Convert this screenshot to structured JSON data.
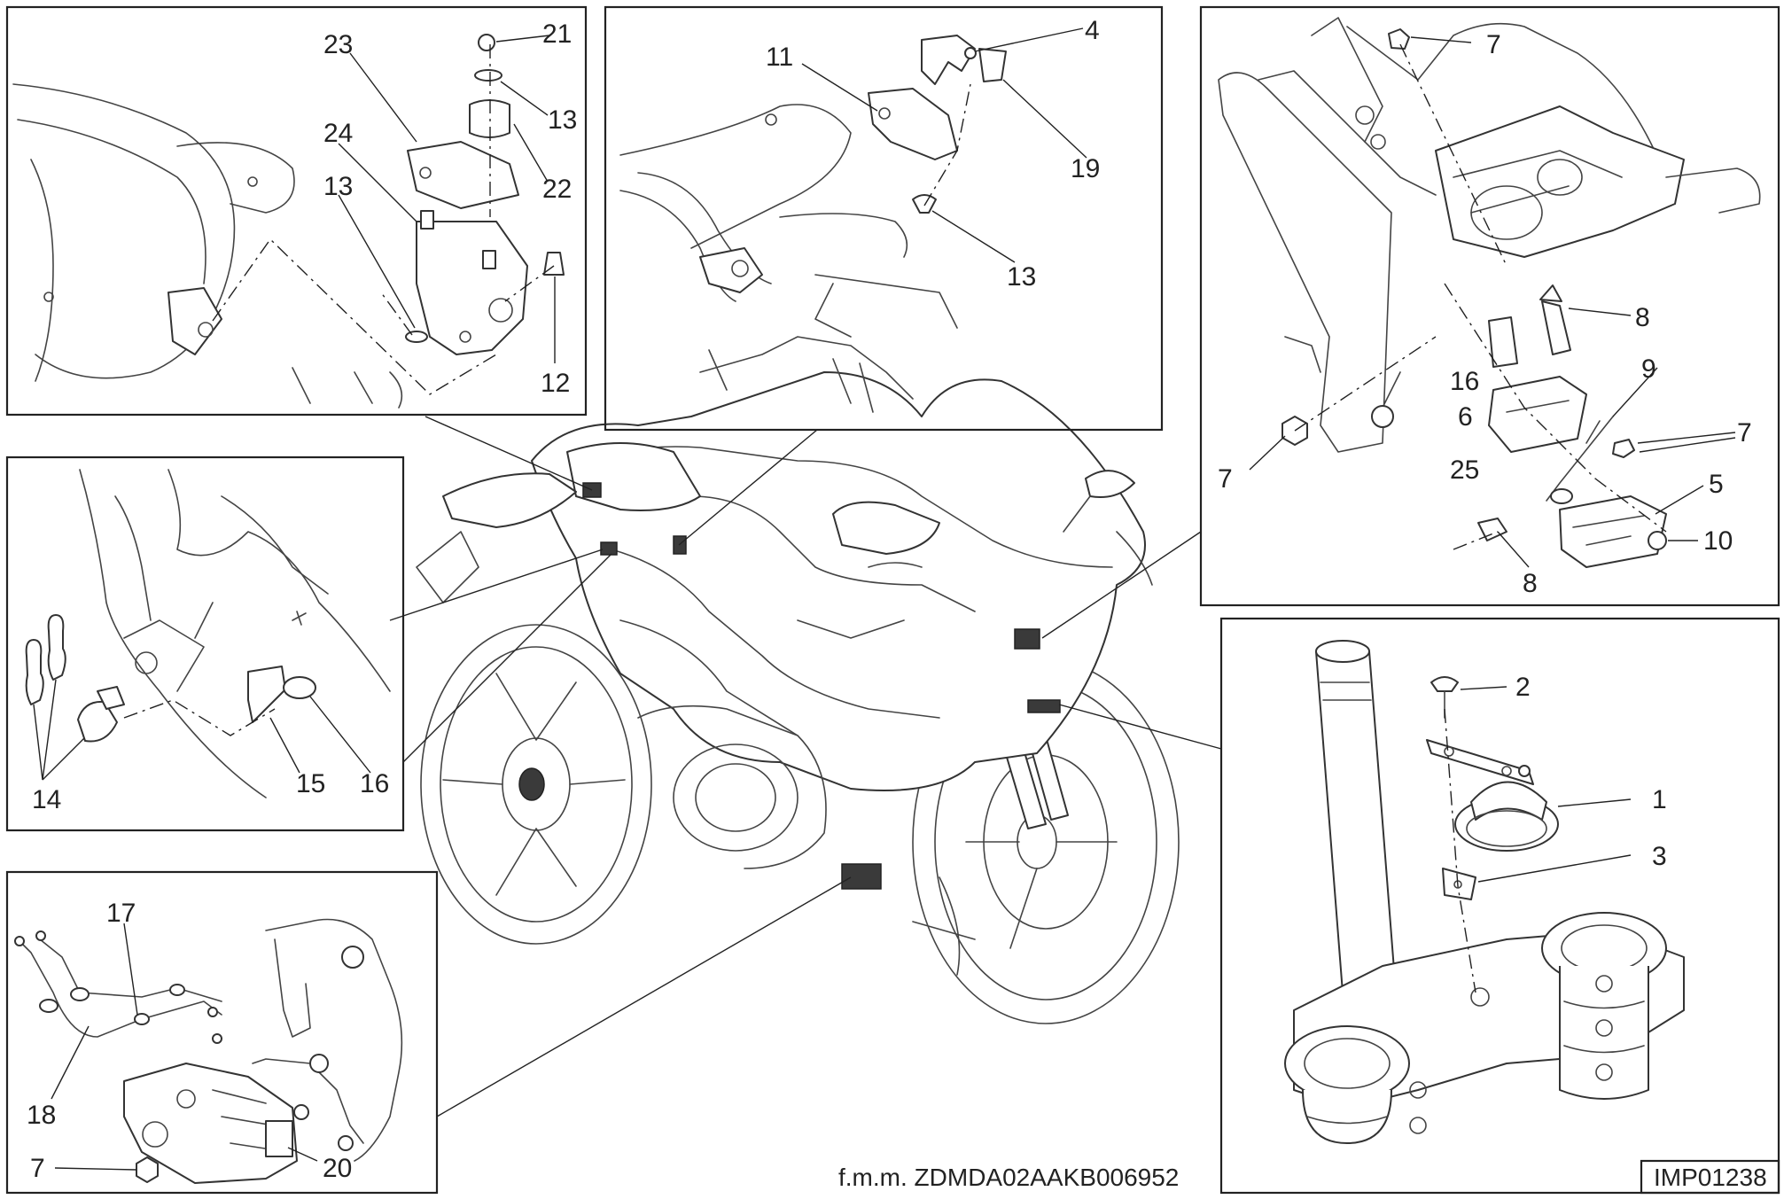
{
  "diagram": {
    "frame_number": "f.m.m. ZDMDA02AAKB006952",
    "reference_code": "IMP01238",
    "panels": {
      "rear_top_left": {
        "labels": [
          "23",
          "21",
          "13",
          "22",
          "24",
          "13",
          "12"
        ]
      },
      "seat_center": {
        "labels": [
          "11",
          "4",
          "19",
          "13"
        ]
      },
      "front_right": {
        "labels": [
          "7",
          "8",
          "16",
          "9",
          "6",
          "7",
          "25",
          "7",
          "5",
          "10",
          "8"
        ]
      },
      "ignition_left": {
        "labels": [
          "14",
          "15",
          "16"
        ]
      },
      "abs_bottom_left": {
        "labels": [
          "17",
          "18",
          "7",
          "20"
        ]
      },
      "horn_bottom_right": {
        "labels": [
          "2",
          "1",
          "3"
        ]
      }
    }
  }
}
